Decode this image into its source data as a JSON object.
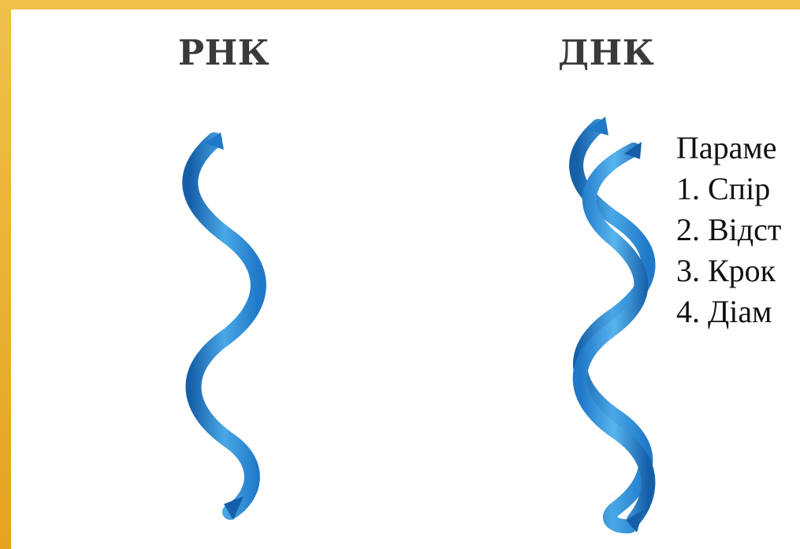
{
  "rna": {
    "label": "РНК",
    "ribbon_colors": [
      "#1f78c8",
      "#4aa8e6",
      "#155fa8"
    ]
  },
  "dna": {
    "label": "ДНК",
    "ribbon_colors": [
      "#1f78c8",
      "#4aa8e6",
      "#155fa8"
    ]
  },
  "parameters": {
    "heading": "Параме",
    "items": [
      "1. Спір",
      "2. Відст",
      "3. Крок",
      "4. Діам"
    ]
  },
  "frame_color": "#e8a72c"
}
